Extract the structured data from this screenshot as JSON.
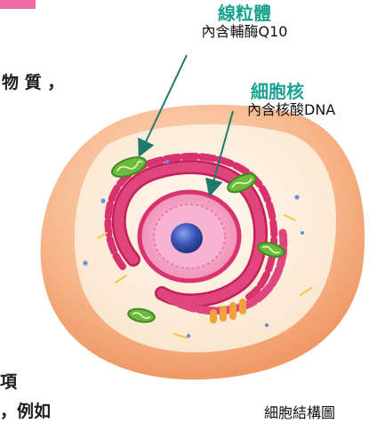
{
  "fragments": {
    "wuzhi": "物 質 ，",
    "ding": "項",
    "liru": "，例如"
  },
  "labels": {
    "mitochondria": {
      "title": "線粒體",
      "subtitle": "內含輔酶Q10"
    },
    "nucleus": {
      "title": "細胞核",
      "subtitle": "內含核酸DNA"
    }
  },
  "caption": "細胞結構圖",
  "colors": {
    "label_title": "#1aa290",
    "arrow": "#1f7a6a",
    "cell_membrane": "#f6a97e",
    "cytoplasm": "#fdf0e0",
    "er": "#e0457e",
    "nucleus_envelope": "#f08cb4",
    "nucleolus": "#3a55b8",
    "mitochondria": "#6cbb3c"
  }
}
